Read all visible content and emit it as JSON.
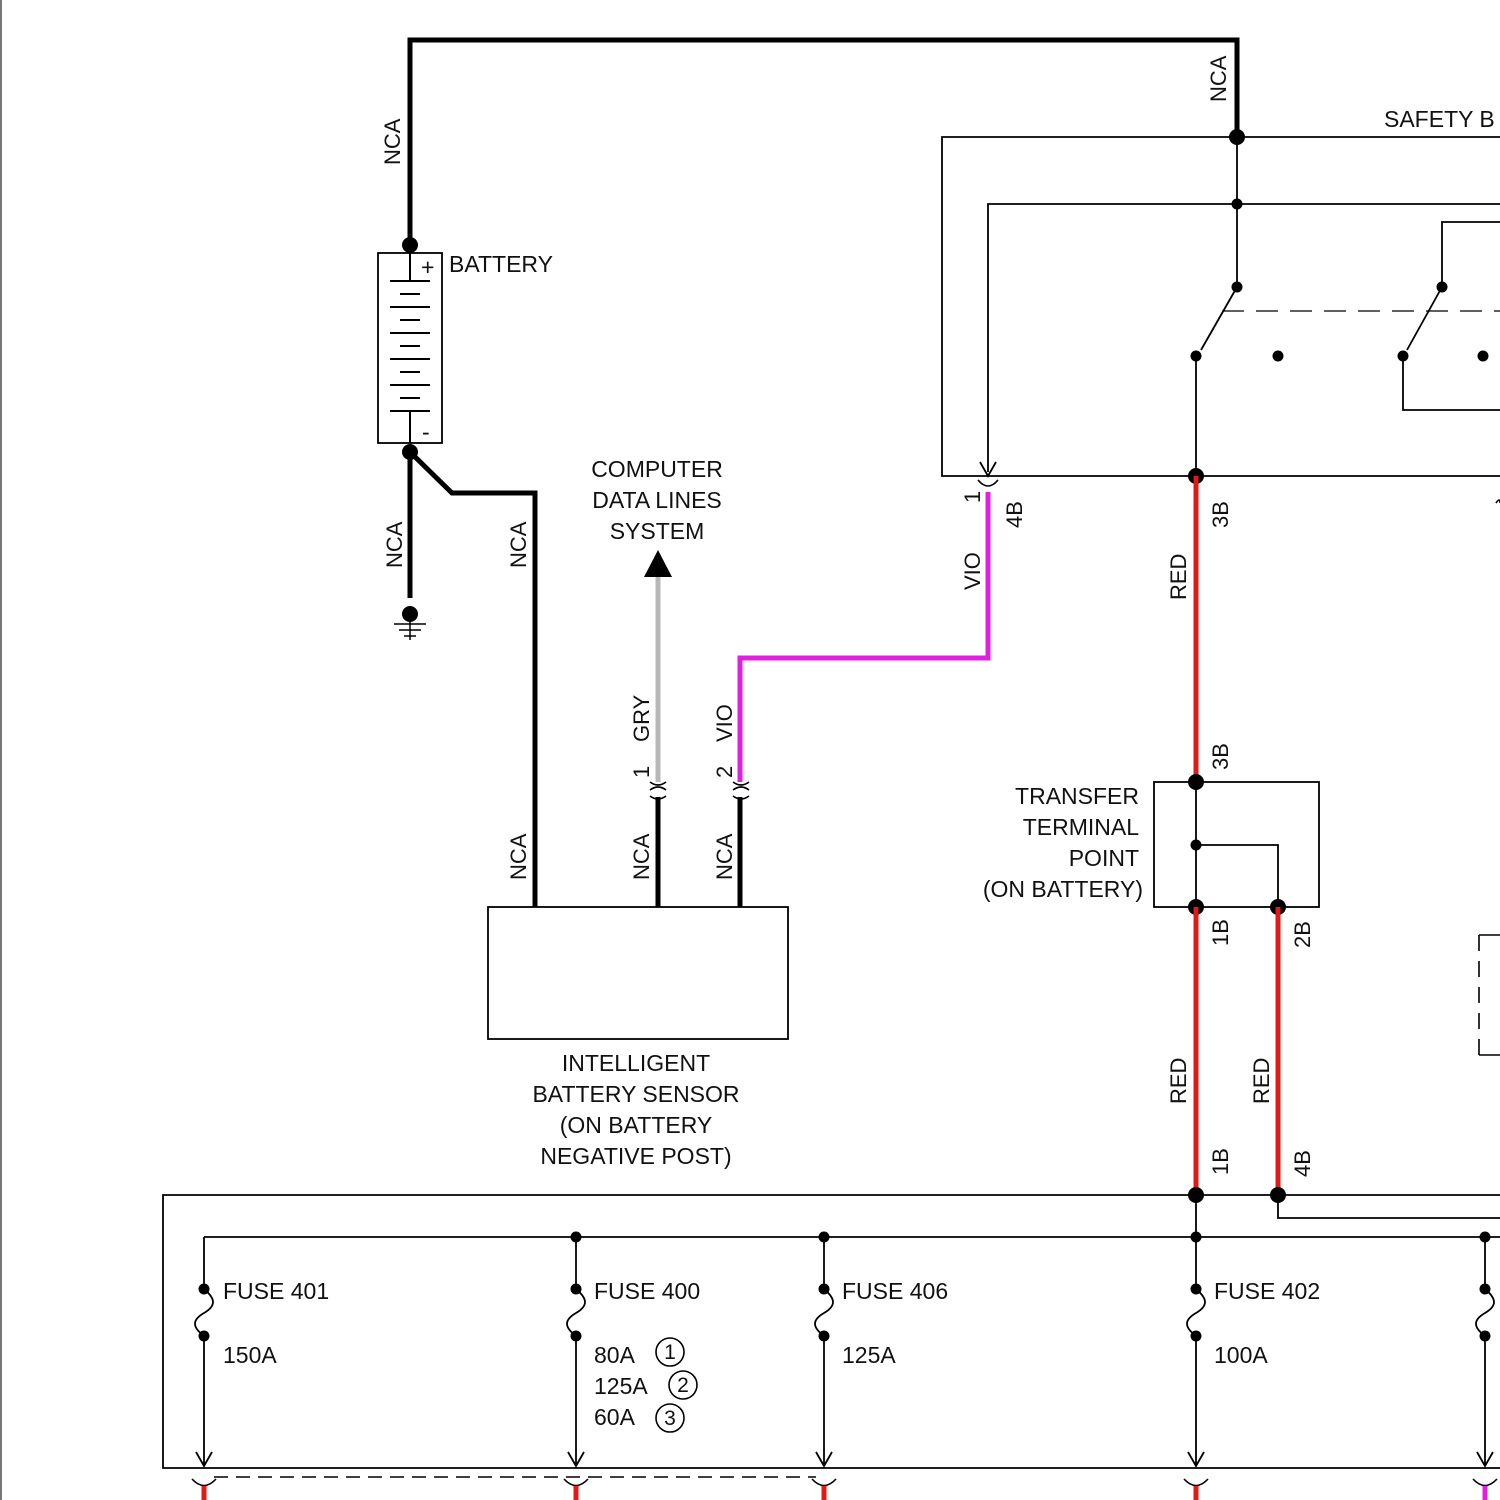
{
  "colors": {
    "background": "#ffffff",
    "wire_nca": "#000000",
    "wire_red": "#e01919",
    "wire_vio": "#e020e0",
    "wire_gry": "#b8b8b8"
  },
  "battery": {
    "label": "BATTERY",
    "plus": "+",
    "minus": "-"
  },
  "wires": {
    "nca": "NCA",
    "red": "RED",
    "vio": "VIO",
    "gry": "GRY"
  },
  "computer_data_lines": {
    "line1": "COMPUTER",
    "line2": "DATA LINES",
    "line3": "SYSTEM"
  },
  "ibs_connector": {
    "pin1": "1",
    "pin2": "2"
  },
  "intelligent_battery_sensor": {
    "line1": "INTELLIGENT",
    "line2": "BATTERY SENSOR",
    "line3": "(ON BATTERY",
    "line4": "NEGATIVE POST)"
  },
  "safety_box": {
    "label": "SAFETY B"
  },
  "safety_pins": {
    "p1": "1",
    "p4b": "4B",
    "p3b": "3B"
  },
  "transfer_terminal": {
    "line1": "TRANSFER",
    "line2": "TERMINAL",
    "line3": "POINT",
    "line4": "(ON BATTERY)",
    "pin_top": "3B",
    "pin_bl": "1B",
    "pin_br": "2B"
  },
  "pdc_pins": {
    "left": "1B",
    "right": "4B"
  },
  "fuses": [
    {
      "name": "FUSE 401",
      "rating": "150A"
    },
    {
      "name": "FUSE 400",
      "ratings": [
        {
          "value": "80A",
          "note": "1"
        },
        {
          "value": "125A",
          "note": "2"
        },
        {
          "value": "60A",
          "note": "3"
        }
      ]
    },
    {
      "name": "FUSE 406",
      "rating": "125A"
    },
    {
      "name": "FUSE 402",
      "rating": "100A"
    }
  ]
}
